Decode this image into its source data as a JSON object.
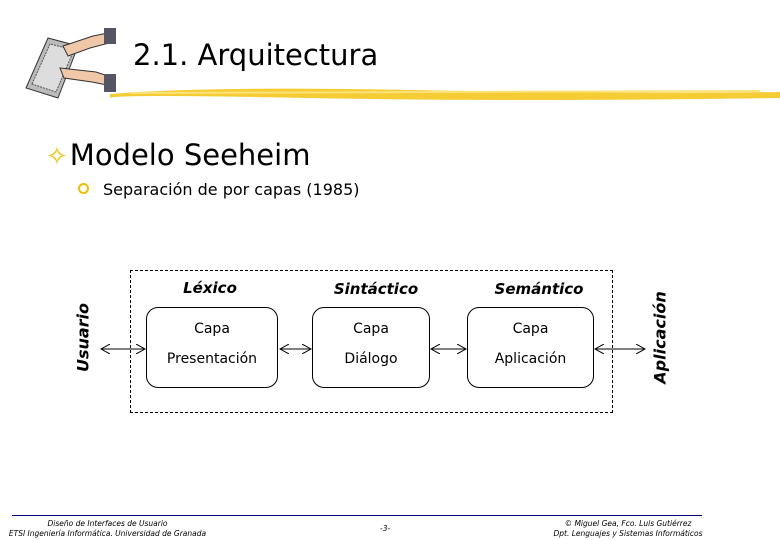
{
  "header": {
    "title": "2.1. Arquitectura",
    "logo": "keyboard-hands-icon"
  },
  "content": {
    "heading": "Modelo Seeheim",
    "heading_bullet": "four-point-star-icon",
    "sub_bullet": "Separación de por capas (1985)"
  },
  "diagram": {
    "side_left": "Usuario",
    "side_right": "Aplicación",
    "layers": [
      {
        "level": "Léxico",
        "line1": "Capa",
        "line2": "Presentación"
      },
      {
        "level": "Sintáctico",
        "line1": "Capa",
        "line2": "Diálogo"
      },
      {
        "level": "Semántico",
        "line1": "Capa",
        "line2": "Aplicación"
      }
    ]
  },
  "footer": {
    "left1": "Diseño de Interfaces de Usuario",
    "left2": "ETSI Ingeniería Informática. Universidad de Granada",
    "page": "-3-",
    "right1": "© Miguel Gea, Fco. Luis Gutiérrez",
    "right2": "Dpt. Lenguajes y Sistemas Informáticos"
  },
  "colors": {
    "accent": "#f0c000",
    "footer_line": "#000080"
  }
}
